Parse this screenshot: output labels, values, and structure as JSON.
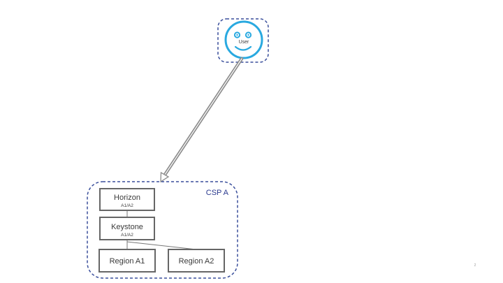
{
  "user": {
    "label": "User"
  },
  "csp": {
    "label": "CSP A"
  },
  "nodes": {
    "horizon": {
      "title": "Horizon",
      "subtitle": "A1/A2"
    },
    "keystone": {
      "title": "Keystone",
      "subtitle": "A1/A2"
    },
    "region_a1": {
      "title": "Region A1"
    },
    "region_a2": {
      "title": "Region A2"
    }
  },
  "page_number": "2",
  "colors": {
    "smiley": "#29a9e0",
    "dashed_border": "#3a4f9c",
    "box_border": "#666666",
    "arrow": "#8c8c8c",
    "csp_text": "#2b3a8f"
  }
}
